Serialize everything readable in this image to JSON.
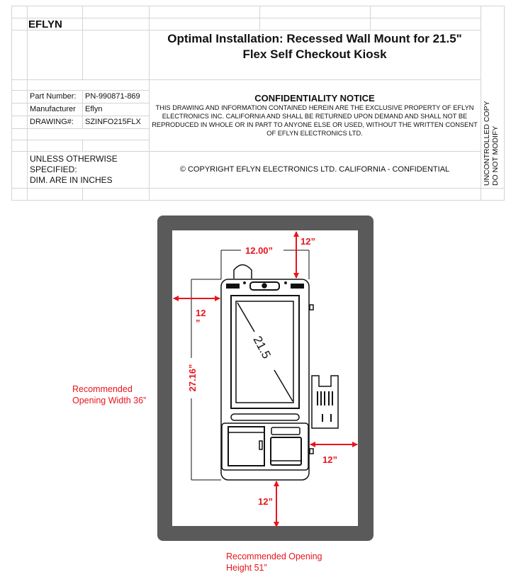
{
  "header": {
    "logo_text": "EFLYN",
    "title_line1": "Optimal Installation: Recessed Wall Mount for 21.5\"",
    "title_line2": "Flex Self Checkout Kiosk",
    "fields": [
      {
        "label": "Part Number:",
        "value": "PN-990871-869"
      },
      {
        "label": "Manufacturer",
        "value": "Eflyn"
      },
      {
        "label": "DRAWING#:",
        "value": "SZINFO215FLX"
      }
    ],
    "unless_line1": "UNLESS OTHERWISE",
    "unless_line2": "SPECIFIED:",
    "unless_line3": "DIM. ARE IN INCHES",
    "confidentiality_title": "CONFIDENTIALITY NOTICE",
    "confidentiality_body": "THIS DRAWING AND INFORMATION CONTAINED HEREIN ARE THE EXCLUSIVE PROPERTY OF EFLYN ELECTRONICS INC. CALIFORNIA AND SHALL BE RETURNED UPON DEMAND AND SHALL NOT BE REPRODUCED IN WHOLE OR IN PART TO ANYONE ELSE OR USED, WITHOUT THE WRITTEN CONSENT OF EFLYN ELECTRONICS LTD.",
    "copyright": "© COPYRIGHT EFLYN ELECTRONICS LTD. CALIFORNIA - CONFIDENTIAL",
    "side_line1": "UNCONTROLLED COPY",
    "side_line2": "DO NOT MODIFY"
  },
  "drawing": {
    "width_dim": "12.00”",
    "height_dim": "27.16”",
    "screen_size": "21.5",
    "clear_top": "12”",
    "clear_left_a": "12",
    "clear_left_b": "”",
    "clear_right": "12”",
    "clear_bottom": "12”",
    "opening_width_line1": "Recommended",
    "opening_width_line2": "Opening Width 36”",
    "opening_height_line1": "Recommended Opening",
    "opening_height_line2": "Height 51”",
    "accent_color": "#e8141c",
    "frame_color": "#5a5a5a"
  }
}
